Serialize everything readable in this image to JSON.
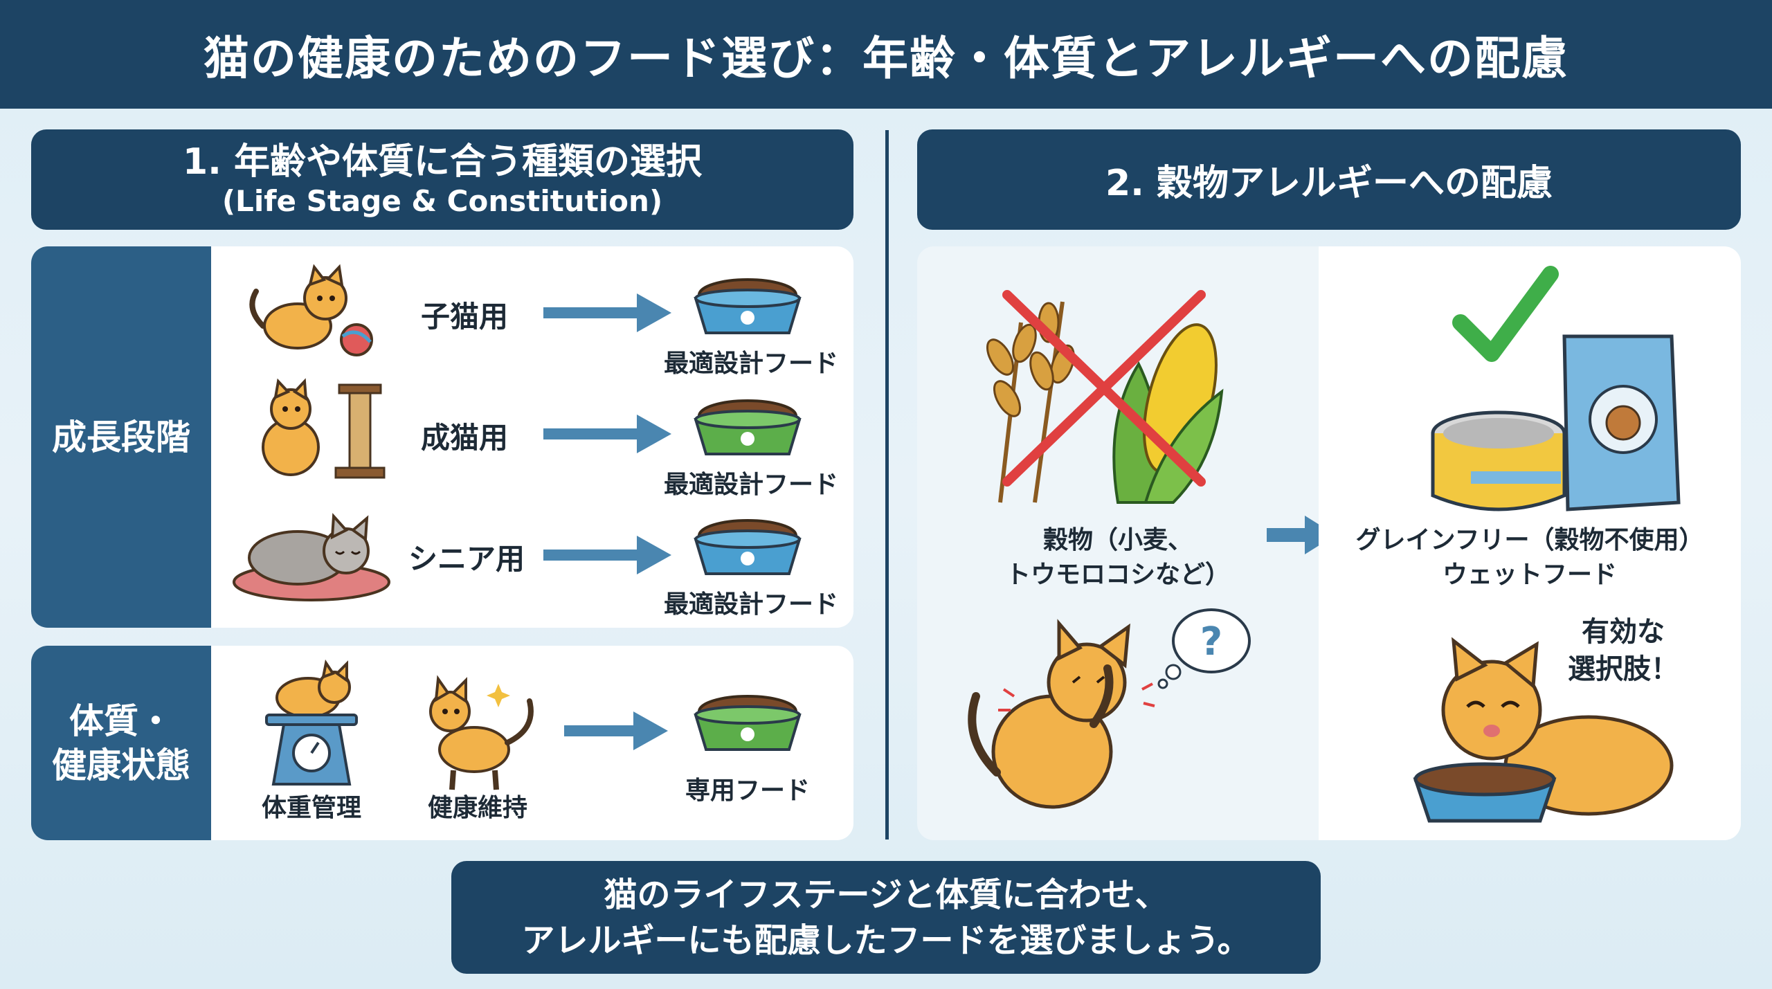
{
  "title": "猫の健康のためのフード選び：年齢・体質とアレルギーへの配慮",
  "section1": {
    "heading": "1. 年齢や体質に合う種類の選択",
    "subheading": "(Life Stage & Constitution)",
    "growth": {
      "label": "成長段階",
      "rows": [
        {
          "name": "子猫用",
          "food": "最適設計フード",
          "bowl_color": "#4a9fd0"
        },
        {
          "name": "成猫用",
          "food": "最適設計フード",
          "bowl_color": "#5cae4a"
        },
        {
          "name": "シニア用",
          "food": "最適設計フード",
          "bowl_color": "#4a9fd0"
        }
      ]
    },
    "health": {
      "label_line1": "体質・",
      "label_line2": "健康状態",
      "items": [
        "体重管理",
        "健康維持"
      ],
      "food": "専用フード"
    }
  },
  "section2": {
    "heading": "2. 穀物アレルギーへの配慮",
    "grain_caption_line1": "穀物（小麦、",
    "grain_caption_line2": "トウモロコシなど）",
    "question_mark": "?",
    "grainfree_line1": "グレインフリー（穀物不使用）",
    "grainfree_line2": "ウェットフード",
    "effective_line1": "有効な",
    "effective_line2": "選択肢！"
  },
  "footer": {
    "line1": "猫のライフステージと体質に合わせ、",
    "line2": "アレルギーにも配慮したフードを選びましょう。"
  },
  "colors": {
    "navy": "#1d4464",
    "arrow": "#4a86b0",
    "cross": "#e04040",
    "check": "#3fae49",
    "cat": "#f2b24a"
  }
}
